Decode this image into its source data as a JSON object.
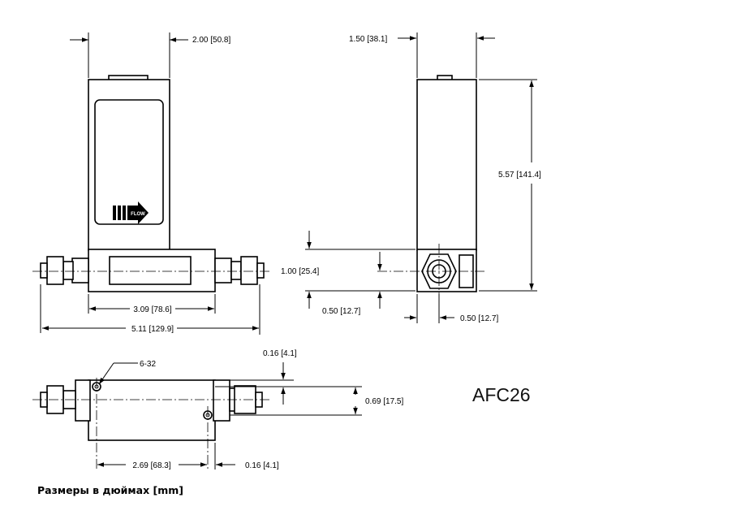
{
  "model_label": "AFC26",
  "caption": "Размеры в дюймах [mm]",
  "flow_label": "FLOW",
  "dimensions": {
    "front_depth": "2.00 [50.8]",
    "front_center_length": "3.09 [78.6]",
    "front_overall_length": "5.11 [129.9]",
    "side_width": "1.50 [38.1]",
    "side_height": "5.57 [141.4]",
    "side_port_height": "1.00 [25.4]",
    "side_port_offset_v": "0.50 [12.7]",
    "side_port_offset_h": "0.50 [12.7]",
    "bottom_thread": "6-32",
    "bottom_hole_offset": "0.16 [4.1]",
    "bottom_hole_spacing": "0.69 [17.5]",
    "bottom_hole_length": "2.69 [68.3]",
    "bottom_hole_end_offset": "0.16 [4.1]"
  }
}
